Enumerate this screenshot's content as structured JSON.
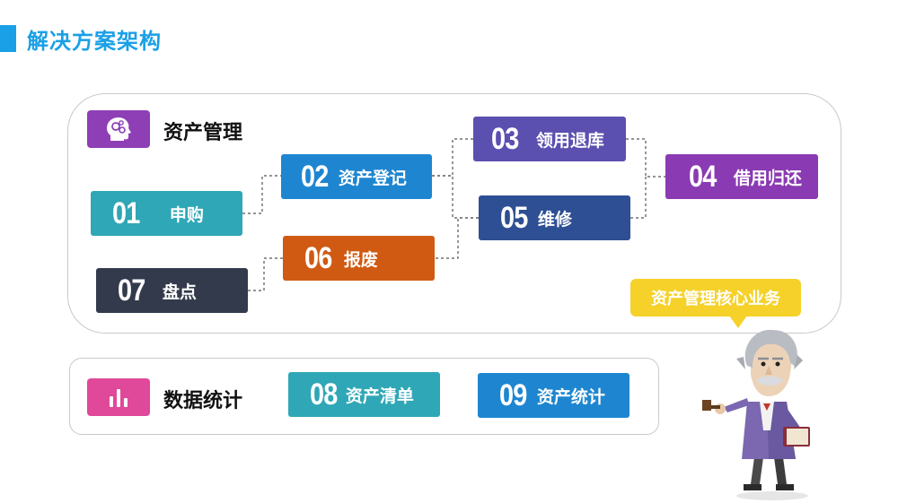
{
  "page": {
    "title": "解决方案架构",
    "accent": "#1aa0e6"
  },
  "asset_section": {
    "title": "资产管理",
    "icon": "brain-head-icon",
    "icon_color": "#8e3fb5",
    "core_tag": "资产管理核心业务",
    "steps": [
      {
        "num": "01",
        "label": "申购",
        "color": "#2fa7b6"
      },
      {
        "num": "02",
        "label": "资产登记",
        "color": "#1e86d0"
      },
      {
        "num": "03",
        "label": "领用退库",
        "color": "#5b4fb0"
      },
      {
        "num": "04",
        "label": "借用归还",
        "color": "#8a3ab2"
      },
      {
        "num": "05",
        "label": "维修",
        "color": "#2e4f93"
      },
      {
        "num": "06",
        "label": "报废",
        "color": "#d05a12"
      },
      {
        "num": "07",
        "label": "盘点",
        "color": "#333a4c"
      }
    ]
  },
  "stats_section": {
    "title": "数据统计",
    "icon": "bar-chart-icon",
    "icon_color": "#e0489a",
    "items": [
      {
        "num": "08",
        "label": "资产清单",
        "color": "#2fa7b6"
      },
      {
        "num": "09",
        "label": "资产统计",
        "color": "#1e86d0"
      }
    ]
  }
}
